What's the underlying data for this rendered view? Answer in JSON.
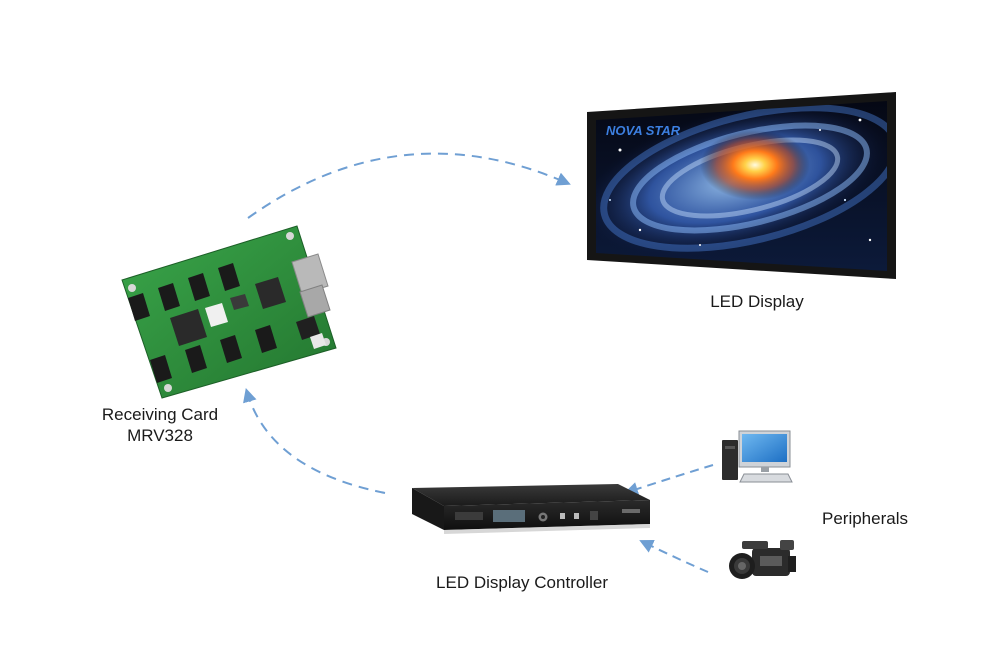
{
  "labels": {
    "led_display": "LED Display",
    "receiving_card_line1": "Receiving Card",
    "receiving_card_line2": "MRV328",
    "led_display_controller": "LED Display Controller",
    "peripherals": "Peripherals",
    "screen_brand": "NOVA STAR"
  },
  "colors": {
    "arrow": "#6f9fd3",
    "pcb_green": "#2e8f3c",
    "screen_frame": "#151515",
    "controller_body": "#1e1e1e"
  },
  "icons": {
    "receiving_card": "circuit-board-icon",
    "led_display": "led-screen-icon",
    "controller": "rack-controller-icon",
    "computer": "desktop-computer-icon",
    "camera": "video-camera-icon"
  }
}
